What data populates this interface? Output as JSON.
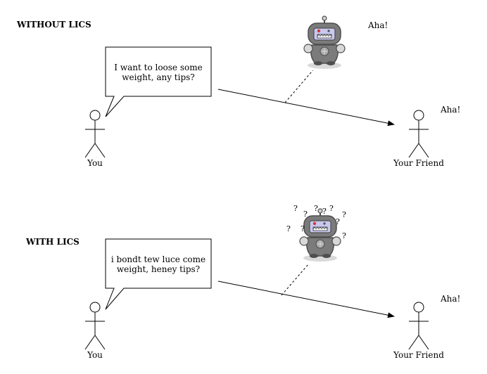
{
  "colors": {
    "ink": "#000000",
    "robot_body": "#7b7b7b",
    "robot_dark": "#4e4e4e",
    "robot_screen": "#c9c8ee",
    "robot_eye": "#d23a3a",
    "robot_shadow": "#d9d9d9"
  },
  "icons": {
    "robot": "robot-icon",
    "person": "stick-figure-icon"
  },
  "without": {
    "title": "WITHOUT LICS",
    "speech_line1": "I want to loose some",
    "speech_line2": "weight, any tips?",
    "sender_label": "You",
    "receiver_label": "Your Friend",
    "robot_reaction": "Aha!",
    "friend_reaction": "Aha!"
  },
  "with": {
    "title": "WITH LICS",
    "speech_line1": "i bondt tew luce come",
    "speech_line2": "weight, heney tips?",
    "sender_label": "You",
    "receiver_label": "Your Friend",
    "friend_reaction": "Aha!",
    "robot_confusion_marks": [
      "?",
      "?",
      "?",
      "?",
      "?",
      "?",
      "?",
      "?",
      "?",
      "?"
    ]
  }
}
